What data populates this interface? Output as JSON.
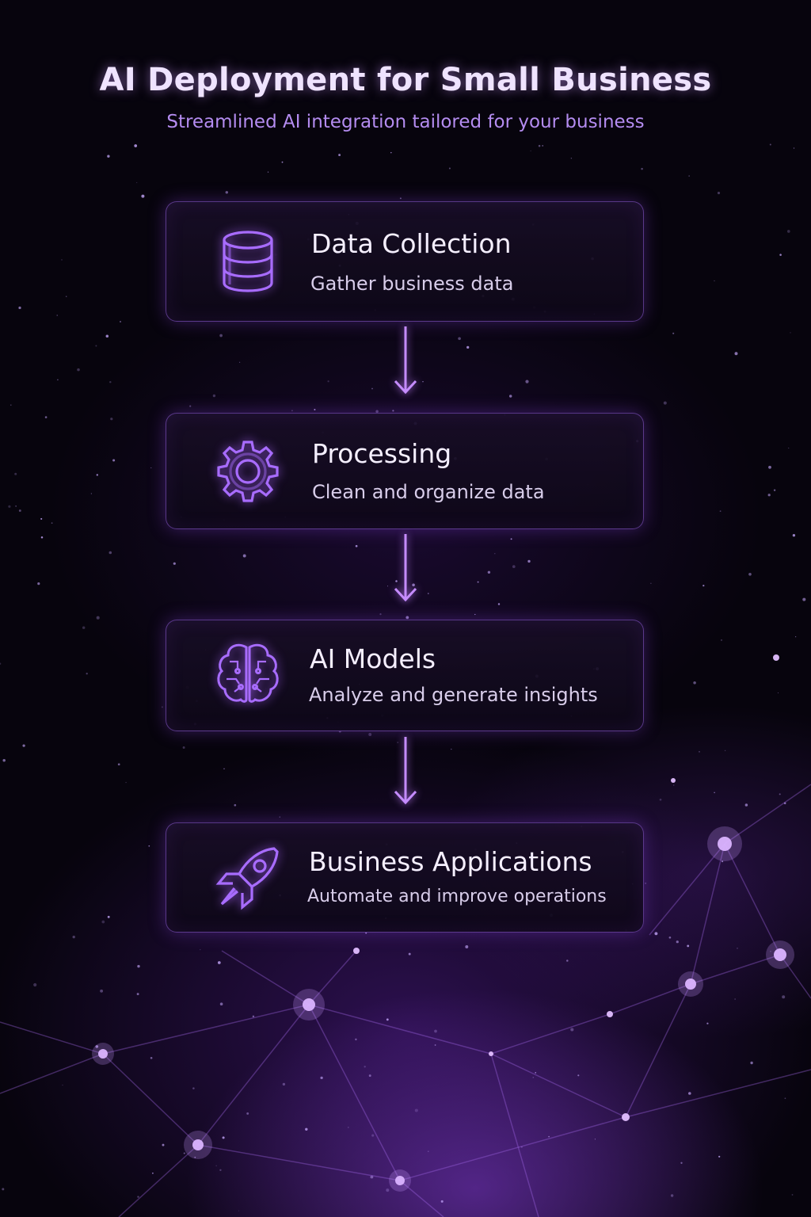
{
  "header": {
    "title": "AI Deployment for Small Business",
    "subtitle": "Streamlined AI integration tailored for your business"
  },
  "steps": [
    {
      "title": "Data Collection",
      "description": "Gather business data",
      "icon": "database-icon"
    },
    {
      "title": "Processing",
      "description": "Clean and organize data",
      "icon": "gear-icon"
    },
    {
      "title": "AI Models",
      "description": "Analyze and generate insights",
      "icon": "brain-icon"
    },
    {
      "title": "Business Applications",
      "description": "Automate and improve operations",
      "icon": "rocket-icon"
    }
  ],
  "colors": {
    "background": "#07040d",
    "accent": "#9b5cf0",
    "glow": "#c08cff",
    "title": "#efe3ff",
    "subtitle": "#b48cf0"
  }
}
